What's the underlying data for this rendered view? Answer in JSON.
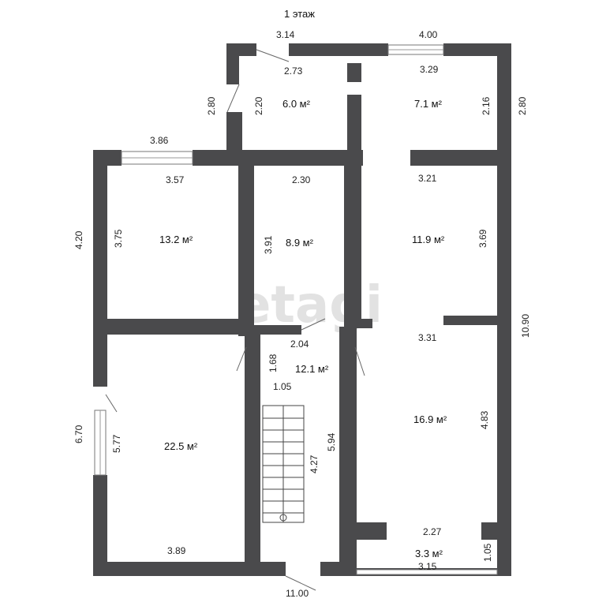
{
  "title": "1 этаж",
  "watermark": "etagi",
  "colors": {
    "wall": "#4a4a4c",
    "background": "#ffffff",
    "text": "#222222",
    "watermark": "#e2e2e2"
  },
  "rooms": {
    "r1": "6.0 м²",
    "r2": "7.1 м²",
    "r3": "13.2 м²",
    "r4": "8.9 м²",
    "r5": "11.9 м²",
    "r6": "12.1 м²",
    "r7": "22.5 м²",
    "r8": "16.9 м²",
    "r9": "3.3 м²"
  },
  "dims": {
    "d314": "3.14",
    "d400": "4.00",
    "d273": "2.73",
    "d329": "3.29",
    "d280a": "2.80",
    "d220": "2.20",
    "d216": "2.16",
    "d280b": "2.80",
    "d386": "3.86",
    "d357": "3.57",
    "d230": "2.30",
    "d321": "3.21",
    "d420": "4.20",
    "d375": "3.75",
    "d391": "3.91",
    "d369": "3.69",
    "d204": "2.04",
    "d331": "3.31",
    "d1090": "10.90",
    "d168": "1.68",
    "d105a": "1.05",
    "d670": "6.70",
    "d577": "5.77",
    "d427": "4.27",
    "d594": "5.94",
    "d483": "4.83",
    "d389": "3.89",
    "d227": "2.27",
    "d315": "3.15",
    "d105b": "1.05",
    "d1100": "11.00"
  }
}
